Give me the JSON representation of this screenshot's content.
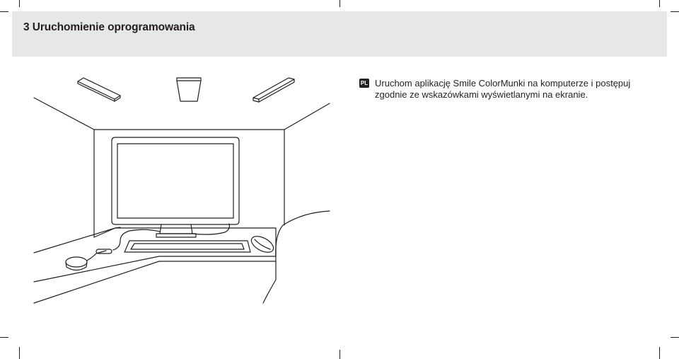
{
  "section": {
    "title": "3 Uruchomienie oprogramowania"
  },
  "instruction": {
    "language_badge": "PL",
    "lines": [
      "Uruchom aplikację Smile ColorMunki na komputerze i postępuj",
      "zgodnie ze wskazówkami wyświetlanymi na ekranie."
    ]
  },
  "colors": {
    "header_background": "#e6e7e8",
    "text": "#231f20",
    "badge_background": "#231f20"
  }
}
